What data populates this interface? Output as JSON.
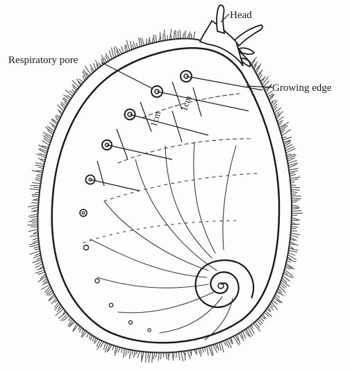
{
  "labels": {
    "head": "Head",
    "respiratory_pore": "Respiratory pore",
    "growing_edge": "Growing edge"
  },
  "scale_marks": {
    "first": "1cm",
    "second": "1cm"
  },
  "colors": {
    "ink": "#1a1a1a",
    "background": "#fdfdfb"
  }
}
